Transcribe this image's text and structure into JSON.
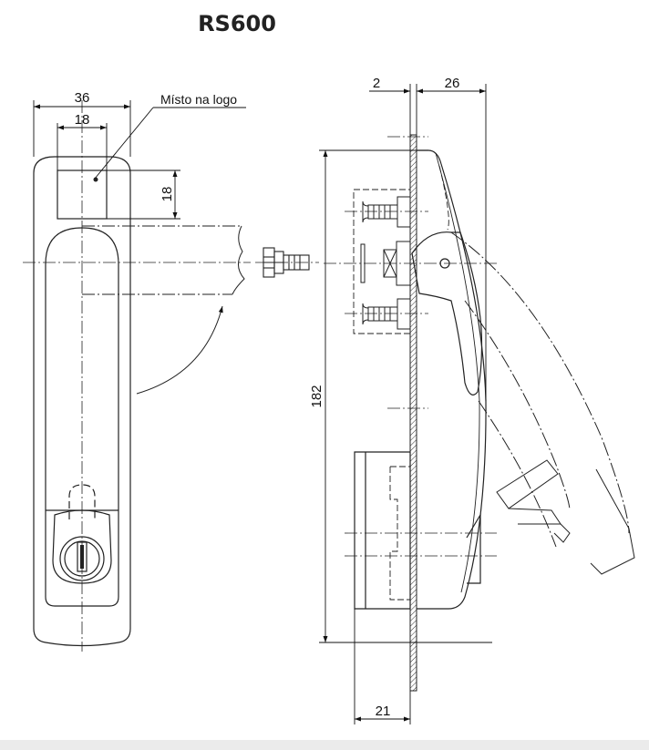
{
  "title": "RS600",
  "front_view": {
    "width_overall": "36",
    "width_logo": "18",
    "height_logo": "18",
    "logo_note": "Místo na logo"
  },
  "side_view": {
    "panel_thickness": "2",
    "depth": "26",
    "height": "182",
    "base_depth": "21"
  }
}
